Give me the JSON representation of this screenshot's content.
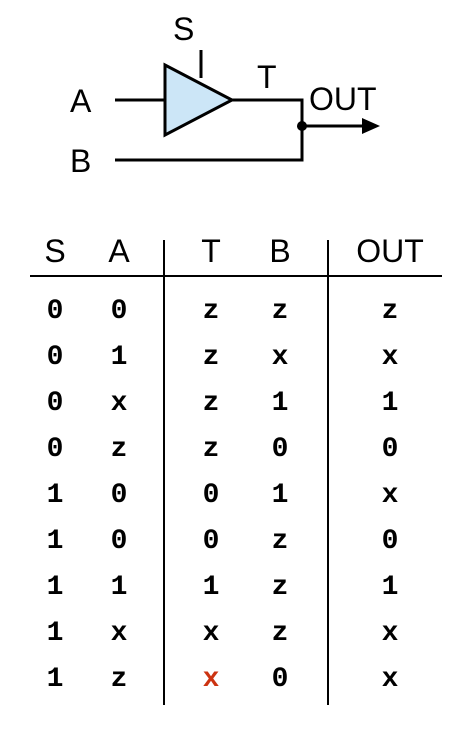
{
  "diagram": {
    "labels": {
      "s": "S",
      "a": "A",
      "b": "B",
      "t": "T",
      "out": "OUT"
    },
    "colors": {
      "buffer_fill": "#cce6f7",
      "wire": "#000000"
    }
  },
  "table": {
    "headers": [
      "S",
      "A",
      "T",
      "B",
      "OUT"
    ],
    "rows": [
      [
        "0",
        "0",
        "z",
        "z",
        "z"
      ],
      [
        "0",
        "1",
        "z",
        "x",
        "x"
      ],
      [
        "0",
        "x",
        "z",
        "1",
        "1"
      ],
      [
        "0",
        "z",
        "z",
        "0",
        "0"
      ],
      [
        "1",
        "0",
        "0",
        "1",
        "x"
      ],
      [
        "1",
        "0",
        "0",
        "z",
        "0"
      ],
      [
        "1",
        "1",
        "1",
        "z",
        "1"
      ],
      [
        "1",
        "x",
        "x",
        "z",
        "x"
      ],
      [
        "1",
        "z",
        "x",
        "0",
        "x"
      ]
    ],
    "highlight": {
      "row": 8,
      "col": 2,
      "color": "#cc3311"
    },
    "colors": {
      "text": "#000000"
    }
  }
}
